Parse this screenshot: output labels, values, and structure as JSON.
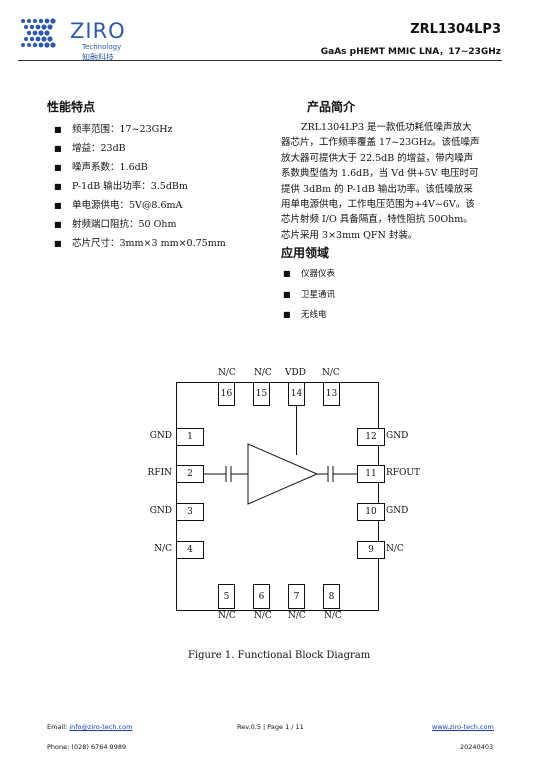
{
  "header": {
    "logo_name": "ZIRO",
    "logo_tech": "Technology",
    "logo_cn": "知融科技",
    "part_number": "ZRL1304LP3",
    "subtitle": "GaAs pHEMT MMIC LNA，17~23GHz"
  },
  "features": {
    "title": "性能特点",
    "items": [
      "频率范围：17~23GHz",
      "增益：23dB",
      "噪声系数：1.6dB",
      "P-1dB 输出功率：3.5dBm",
      "单电源供电：5V@8.6mA",
      "射频端口阻抗：50 Ohm",
      "芯片尺寸：3mm×3 mm×0.75mm"
    ]
  },
  "intro": {
    "title": "产品简介",
    "lines": [
      "ZRL1304LP3 是一款低功耗低噪声放大",
      "器芯片，工作频率覆盖 17~23GHz。该低噪声",
      "放大器可提供大于 22.5dB 的增益，带内噪声",
      "系数典型值为 1.6dB，当 Vd 供+5V 电压时可",
      "提供 3dBm 的 P-1dB 输出功率。该低噪放采",
      "用单电源供电，工作电压范围为+4V~6V。该",
      "芯片射频 I/O 具备隔直，特性阻抗 50Ohm。",
      "芯片采用 3×3mm QFN 封装。"
    ]
  },
  "applications": {
    "title": "应用领域",
    "items": [
      "仪器仪表",
      "卫星通讯",
      "无线电"
    ]
  },
  "diagram": {
    "top_pins": [
      {
        "num": "16",
        "label": "N/C"
      },
      {
        "num": "15",
        "label": "N/C"
      },
      {
        "num": "14",
        "label": "VDD"
      },
      {
        "num": "13",
        "label": "N/C"
      }
    ],
    "left_pins": [
      {
        "num": "1",
        "label": "GND"
      },
      {
        "num": "2",
        "label": "RFIN"
      },
      {
        "num": "3",
        "label": "GND"
      },
      {
        "num": "4",
        "label": "N/C"
      }
    ],
    "right_pins": [
      {
        "num": "12",
        "label": "GND"
      },
      {
        "num": "11",
        "label": "RFOUT"
      },
      {
        "num": "10",
        "label": "GND"
      },
      {
        "num": "9",
        "label": "N/C"
      }
    ],
    "bottom_pins": [
      {
        "num": "5",
        "label": "N/C"
      },
      {
        "num": "6",
        "label": "N/C"
      },
      {
        "num": "7",
        "label": "N/C"
      },
      {
        "num": "8",
        "label": "N/C"
      }
    ],
    "caption": "Figure 1. Functional Block Diagram"
  },
  "footer": {
    "email_label": "Email:",
    "email": "info@ziro-tech.com",
    "page_info": "Rev.0.5 | Page 1 / 11",
    "website": "www.ziro-tech.com",
    "phone_label": "Phone:",
    "phone": "(028) 6764 9989",
    "date": "20240403"
  },
  "colors": {
    "brand_blue": "#2d5aa8",
    "link_blue": "#1a3fb0"
  }
}
